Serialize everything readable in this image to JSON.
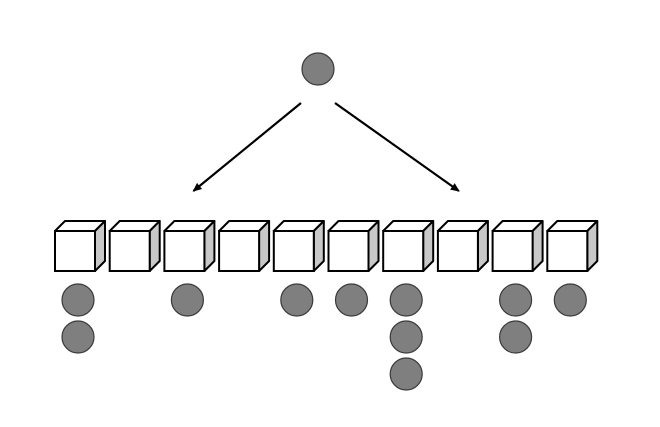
{
  "diagram": {
    "source_node": {
      "kind": "ball"
    },
    "arrows": [
      {
        "from": "source",
        "to": "bin-3"
      },
      {
        "from": "source",
        "to": "bin-8"
      }
    ],
    "bins": [
      {
        "index": 1,
        "count": 2
      },
      {
        "index": 2,
        "count": 0
      },
      {
        "index": 3,
        "count": 1
      },
      {
        "index": 4,
        "count": 0
      },
      {
        "index": 5,
        "count": 1
      },
      {
        "index": 6,
        "count": 1
      },
      {
        "index": 7,
        "count": 3
      },
      {
        "index": 8,
        "count": 0
      },
      {
        "index": 9,
        "count": 2
      },
      {
        "index": 10,
        "count": 1
      }
    ],
    "colors": {
      "ball_fill": "#7f7f7f",
      "ball_stroke": "#3a3a3a",
      "box_front": "#ffffff",
      "box_top": "#ffffff",
      "box_side": "#c8c8c8",
      "box_stroke": "#000000",
      "arrow": "#000000"
    }
  }
}
